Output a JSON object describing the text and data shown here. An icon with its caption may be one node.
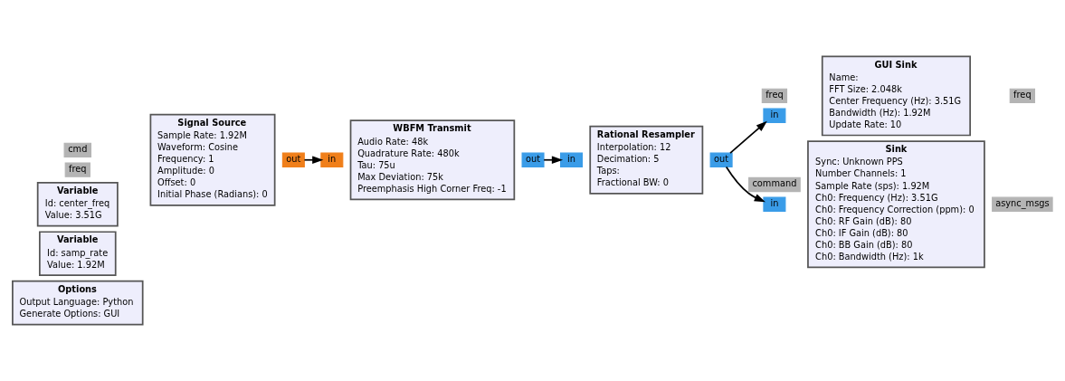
{
  "diagram": {
    "nodes": [
      {
        "text": [
          "Options",
          "Output Language: Python",
          "Generate Options: GUI"
        ]
      },
      {
        "text": [
          "Variable",
          "Id: samp_rate",
          "Value: 1.92M"
        ]
      },
      {
        "text": [
          "Variable",
          "Id: center_freq",
          "Value: 3.51G"
        ]
      },
      {
        "text": [
          "Signal Source",
          "Sample Rate: 1.92M",
          "Waveform: Cosine",
          "Frequency: 1",
          "Amplitude: 0",
          "Offset: 0",
          "Initial Phase (Radians): 0"
        ]
      },
      {
        "text": [
          "cmd"
        ]
      },
      {
        "text": [
          "freq"
        ]
      },
      {
        "text": [
          "out"
        ]
      },
      {
        "text": [
          "WBFM Transmit",
          "Audio Rate: 48k",
          "Quadrature Rate: 480k",
          "Tau: 75u",
          "Max Deviation: 75k",
          "Preemphasis High Corner Freq: -1"
        ]
      },
      {
        "text": [
          "in"
        ]
      },
      {
        "text": [
          "out"
        ]
      },
      {
        "text": [
          "Rational Resampler",
          "Interpolation: 12",
          "Decimation: 5",
          "Taps:",
          "Fractional BW: 0"
        ]
      },
      {
        "text": [
          "in"
        ]
      },
      {
        "text": [
          "out"
        ]
      },
      {
        "text": [
          "GUI Sink",
          "Name:",
          "FFT Size: 2.048k",
          "Center Frequency (Hz): 3.51G",
          "Bandwidth (Hz): 1.92M",
          "Update Rate: 10"
        ]
      },
      {
        "text": [
          "in"
        ]
      },
      {
        "text": [
          "freq"
        ]
      },
      {
        "text": [
          "freq"
        ]
      },
      {
        "text": [
          "Sink",
          "Sync: Unknown PPS",
          "Number Channels: 1",
          "Sample Rate (sps): 1.92M",
          "Ch0: Frequency (Hz): 3.51G",
          "Ch0: Frequency Correction (ppm): 0",
          "Ch0: RF Gain (dB): 80",
          "Ch0: IF Gain (dB): 80",
          "Ch0: BB Gain (dB): 80",
          "Ch0: Bandwidth (Hz): 1k"
        ]
      },
      {
        "text": [
          "command"
        ]
      },
      {
        "text": [
          "in"
        ]
      },
      {
        "text": [
          "async_msgs"
        ]
      }
    ],
    "edges": [
      {
        "from": 6,
        "to": 8,
        "arrow": "to"
      },
      {
        "from": 9,
        "to": 11,
        "arrow": "to"
      },
      {
        "from": 12,
        "to": 14,
        "arrow": "to"
      },
      {
        "from": 12,
        "to": 19,
        "arrow": "to"
      }
    ]
  }
}
